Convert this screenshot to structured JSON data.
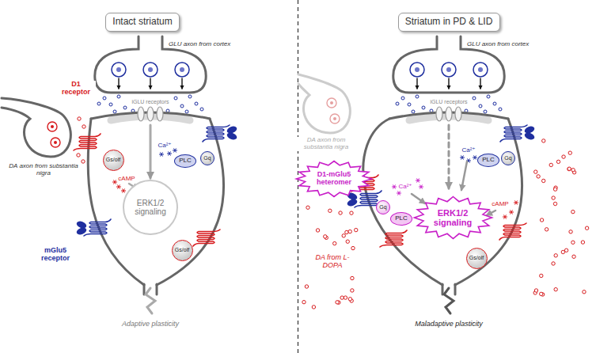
{
  "diagram": {
    "nodes": [
      {
        "text": [
          "Intact striatum"
        ]
      },
      {
        "text": [
          "Striatum in PD & LID"
        ]
      },
      {
        "text": [
          "Gs/olf"
        ]
      },
      {
        "text": [
          "PLC"
        ]
      },
      {
        "text": [
          "Gq"
        ]
      },
      {
        "text": [
          "ERK1/2 signaling"
        ]
      },
      {
        "text": [
          "Gs/olf"
        ]
      },
      {
        "text": [
          "D1-mGlu5 heteromer"
        ]
      },
      {
        "text": [
          "Gq"
        ]
      },
      {
        "text": [
          "PLC"
        ]
      },
      {
        "text": [
          "PLC"
        ]
      },
      {
        "text": [
          "Gq"
        ]
      },
      {
        "text": [
          "ERK1/2 signaling"
        ]
      },
      {
        "text": [
          "Gs/olf"
        ]
      }
    ],
    "labels": [
      "GLU axon from cortex",
      "iGLU receptors",
      "D1 receptor",
      "DA axon from substantia nigra",
      "cAMP",
      "Ca²⁺",
      "mGlu5 receptor",
      "Adaptive plasticity",
      "GLU axon from cortex",
      "iGLU receptors",
      "DA axon from substantia nigra",
      "Ca²⁺",
      "cAMP",
      "Ca²⁺",
      "DA from L-DOPA",
      "Maladaptive plasticity"
    ]
  }
}
